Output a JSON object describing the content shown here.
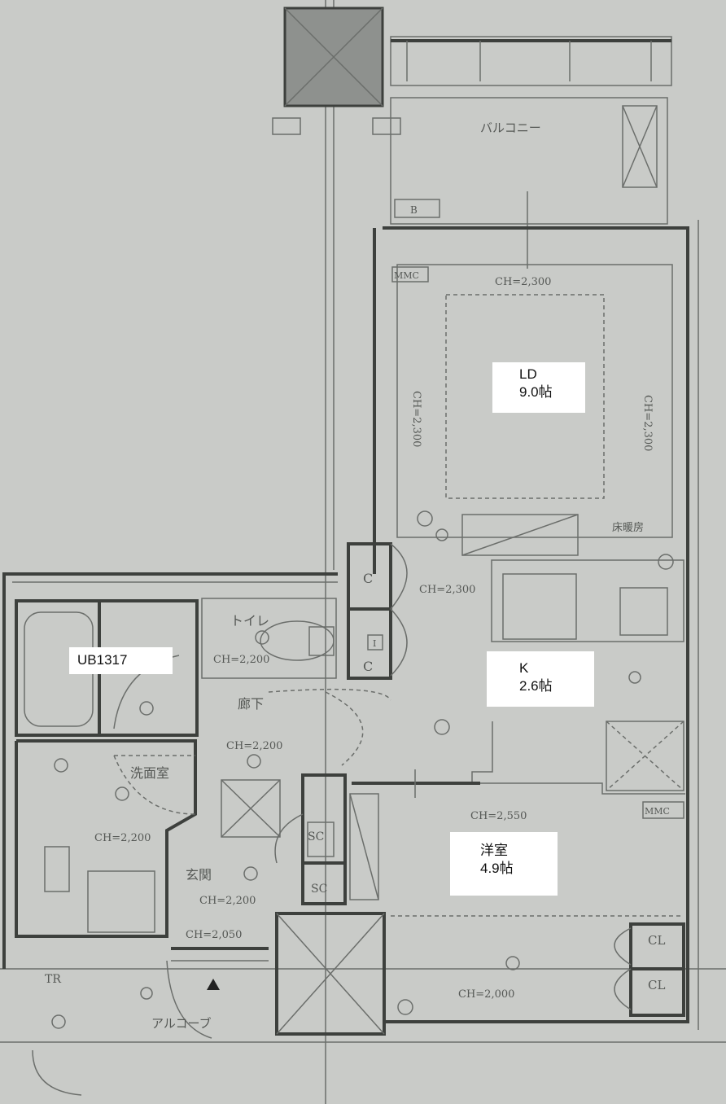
{
  "rooms": {
    "ld": {
      "name": "LD",
      "area": "9.0帖"
    },
    "k": {
      "name": "K",
      "area": "2.6帖"
    },
    "yoshitsu": {
      "name": "洋室",
      "area": "4.9帖"
    },
    "ub": {
      "name": "UB1317"
    }
  },
  "plan_text": {
    "balcony": "バルコニー",
    "b_box": "B",
    "mmc_top": "MMC",
    "mmc_right": "MMC",
    "ch_ld_top": "CH=2,300",
    "ch_ld_left": "CH=2,300",
    "ch_ld_right": "CH=2,300",
    "floor_heating": "床暖房",
    "closet_c1": "C",
    "closet_c2": "C",
    "closet_i": "I",
    "ch_hall": "CH=2,300",
    "toilet": "トイレ",
    "ch_toilet": "CH=2,200",
    "corridor": "廊下",
    "ch_corridor": "CH=2,200",
    "washroom": "洗面室",
    "ch_wash": "CH=2,200",
    "genkan": "玄関",
    "ch_genkan": "CH=2,200",
    "ch_entry": "CH=2,050",
    "sc1": "SC",
    "sc2": "SC",
    "ch_yoshitsu": "CH=2,550",
    "ch_bottom": "CH=2,000",
    "cl1": "CL",
    "cl2": "CL",
    "tr": "TR",
    "alcove": "アルコーブ"
  }
}
